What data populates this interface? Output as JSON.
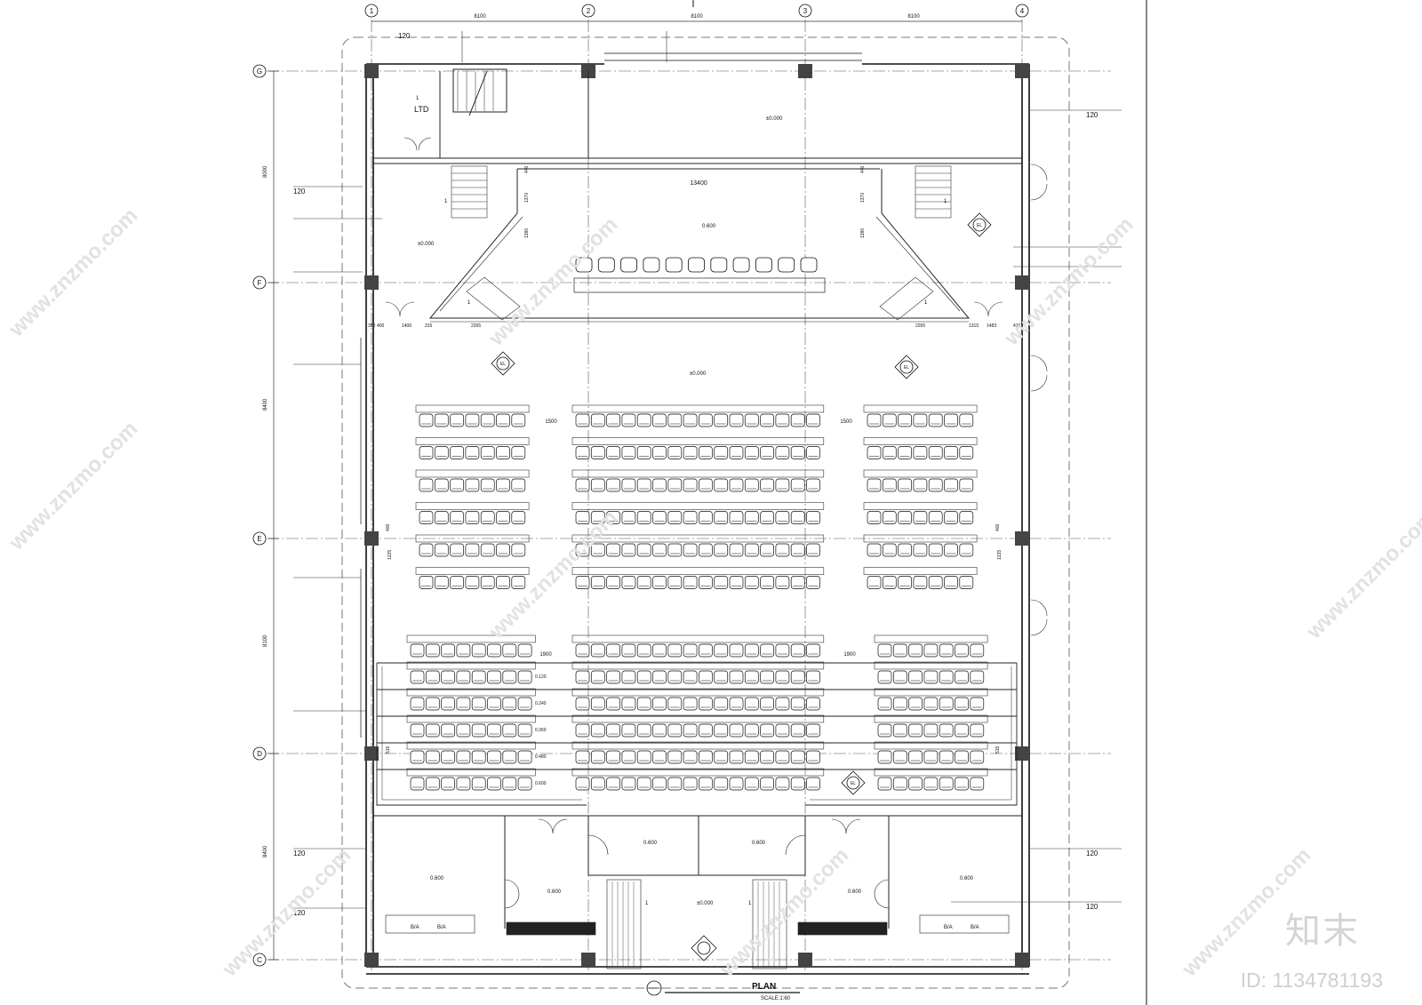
{
  "title": {
    "plan_word": "PLAN",
    "scale": "SCALE:1:60"
  },
  "grid": {
    "columns": [
      "1",
      "2",
      "3",
      "4"
    ],
    "rows": [
      "G",
      "F",
      "E",
      "D",
      "C"
    ],
    "col_spacings": [
      "8100",
      "8100",
      "8100"
    ],
    "row_spacings": [
      "8000",
      "8400",
      "8100",
      "8400"
    ]
  },
  "rooms": {
    "stage_elev": "0.600",
    "stair_note": "LTD",
    "top_elev": "±0.000",
    "hall_elev": "±0.000",
    "left_room_elev": "±0.000",
    "lobby_elev": "±0.000",
    "room1_elev": "0.600",
    "room2_elev": "0.600",
    "room3_elev": "0.600",
    "room4_elev": "0.600",
    "room5_elev": "0.600",
    "room6_elev": "0.600"
  },
  "dimensions": {
    "stage_width": "13400",
    "aisle_top": "1500",
    "aisle_bottom": "1900",
    "w_1400": "1400",
    "w_2265": "2265",
    "w_1483": "1483",
    "w_410": "410",
    "w_380": "380",
    "w_440": "440",
    "w_1370": "1370",
    "w_1380": "1380",
    "w_400": "400",
    "w_1225": "1225",
    "w_515": "515",
    "w_1315": "1315",
    "w_315": "315"
  },
  "tiers": [
    "0.120",
    "0.240",
    "0.360",
    "0.480",
    "0.600"
  ],
  "partition_note": "120",
  "legend_marks": [
    "EL",
    "EL",
    "EL",
    "EL"
  ],
  "cabinet_labels": [
    "B/A",
    "B/A",
    "B/A",
    "B/A"
  ],
  "numeral_1": "1",
  "watermark": {
    "brand": "知末",
    "site": "www.znzmo.com",
    "id_text": "ID: 1134781193"
  }
}
